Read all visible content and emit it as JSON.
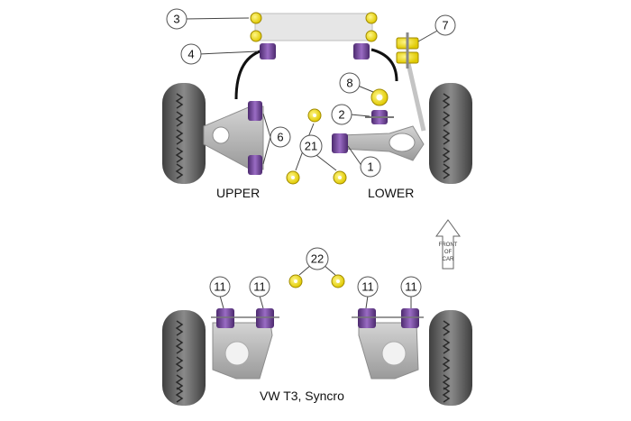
{
  "diagram": {
    "labels": {
      "upper": "UPPER",
      "lower": "LOWER",
      "model": "VW T3, Syncro",
      "arrow_line1": "FRONT",
      "arrow_line2": "OF",
      "arrow_line3": "CAR"
    },
    "callouts": [
      "3",
      "4",
      "7",
      "8",
      "2",
      "6",
      "21",
      "1",
      "22",
      "11",
      "11",
      "11",
      "11"
    ],
    "colors": {
      "bush_yellow": "#f2e600",
      "bush_purple": "#7a4aa0",
      "arm_grey": "#b5b5b5",
      "tyre_grey": "#5a5a5a"
    }
  }
}
